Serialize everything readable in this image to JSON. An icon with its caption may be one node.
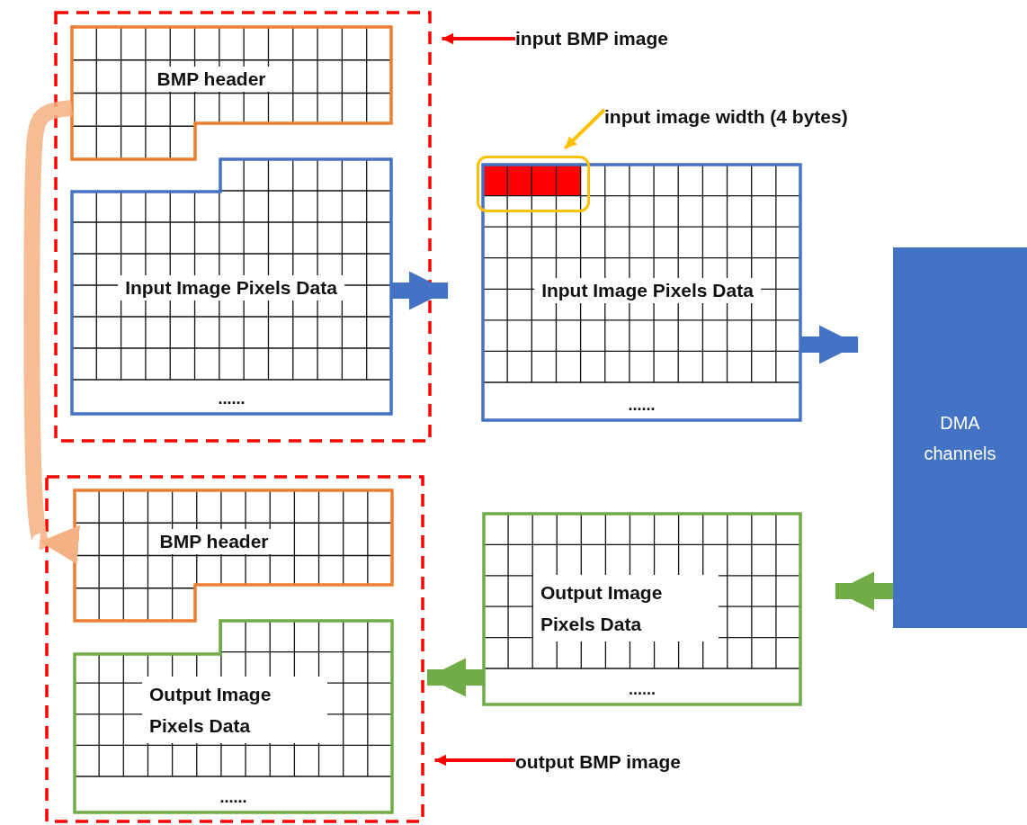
{
  "diagram": {
    "nodes": [
      {
        "text": [],
        "shape": "box"
      },
      {
        "text": [
          "BMP header"
        ],
        "in": 0
      },
      {
        "text": [
          "Input Image Pixels Data",
          "......"
        ],
        "in": 0
      },
      {
        "text": [
          "input BMP image"
        ]
      },
      {
        "text": [
          "Input Image Pixels Data",
          "......"
        ]
      },
      {
        "text": [],
        "shape": "box"
      },
      {
        "text": [
          "input image width (4 bytes)"
        ]
      },
      {
        "text": [
          "DMA channels"
        ]
      },
      {
        "text": [
          "Output Image Pixels Data",
          "......"
        ]
      },
      {
        "text": [],
        "shape": "box"
      },
      {
        "text": [
          "BMP header"
        ],
        "in": 9
      },
      {
        "text": [
          "Output Image Pixels Data",
          "......"
        ],
        "in": 9
      },
      {
        "text": [
          "output BMP image"
        ]
      }
    ],
    "edges": [
      {
        "from": 3,
        "to": 0,
        "arrow": "to",
        "color": "#ff0000"
      },
      {
        "from": 6,
        "to": 5,
        "arrow": "to",
        "color": "#ffc000"
      },
      {
        "from": 2,
        "to": 4,
        "arrow": "to",
        "color": "#4472c4"
      },
      {
        "from": 4,
        "to": 7,
        "arrow": "to",
        "color": "#4472c4"
      },
      {
        "from": 7,
        "to": 8,
        "arrow": "to",
        "color": "#70ad47"
      },
      {
        "from": 8,
        "to": 11,
        "arrow": "to",
        "color": "#70ad47"
      },
      {
        "from": 1,
        "to": 10,
        "arrow": "to",
        "color": "#f4b183"
      },
      {
        "from": 12,
        "to": 9,
        "arrow": "to",
        "color": "#ff0000"
      }
    ]
  }
}
